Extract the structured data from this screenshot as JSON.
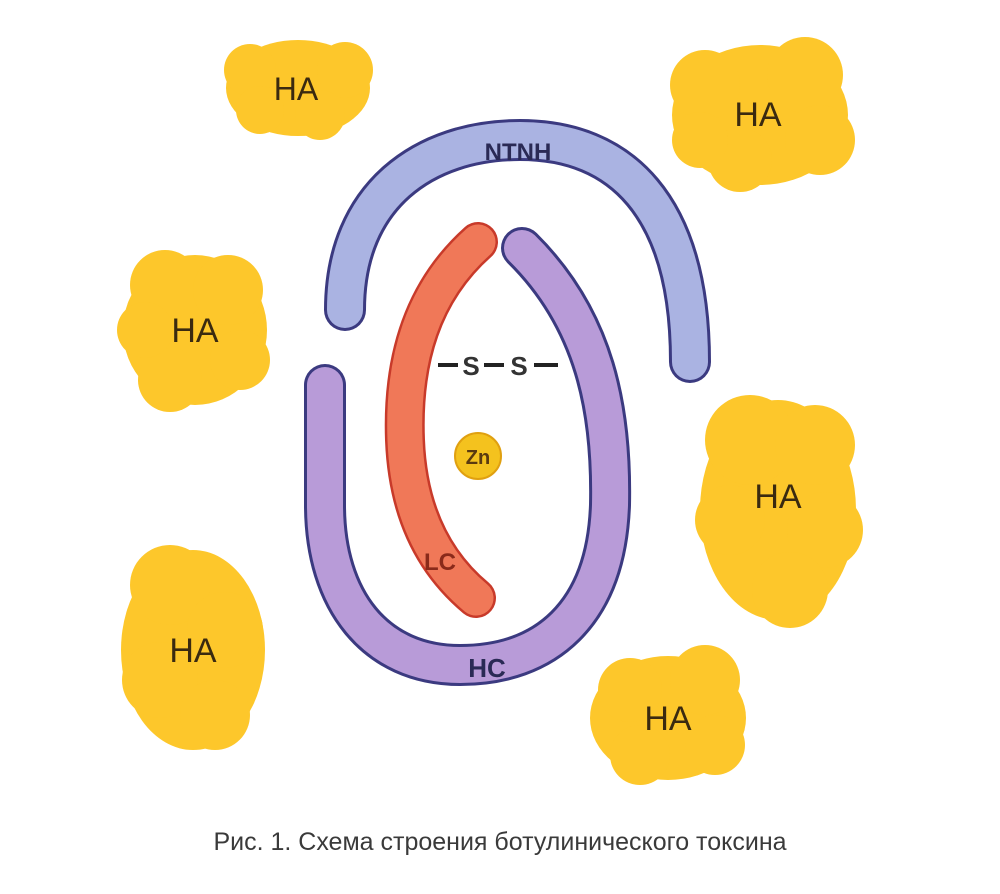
{
  "diagram": {
    "labels": {
      "ntnh": "NTNH",
      "hc": "HC",
      "lc": "LC",
      "zn": "Zn",
      "disulfide_s1": "S",
      "disulfide_s2": "S",
      "ha": [
        "HA",
        "HA",
        "HA",
        "HA",
        "HA",
        "HA"
      ]
    },
    "caption": "Рис. 1. Схема строения ботулинического токсина",
    "colors": {
      "ntnh": "#aab3e2",
      "hc": "#b89bd8",
      "lc": "#f07858",
      "ha": "#fdc72b",
      "outline": "#3b3a80"
    }
  }
}
